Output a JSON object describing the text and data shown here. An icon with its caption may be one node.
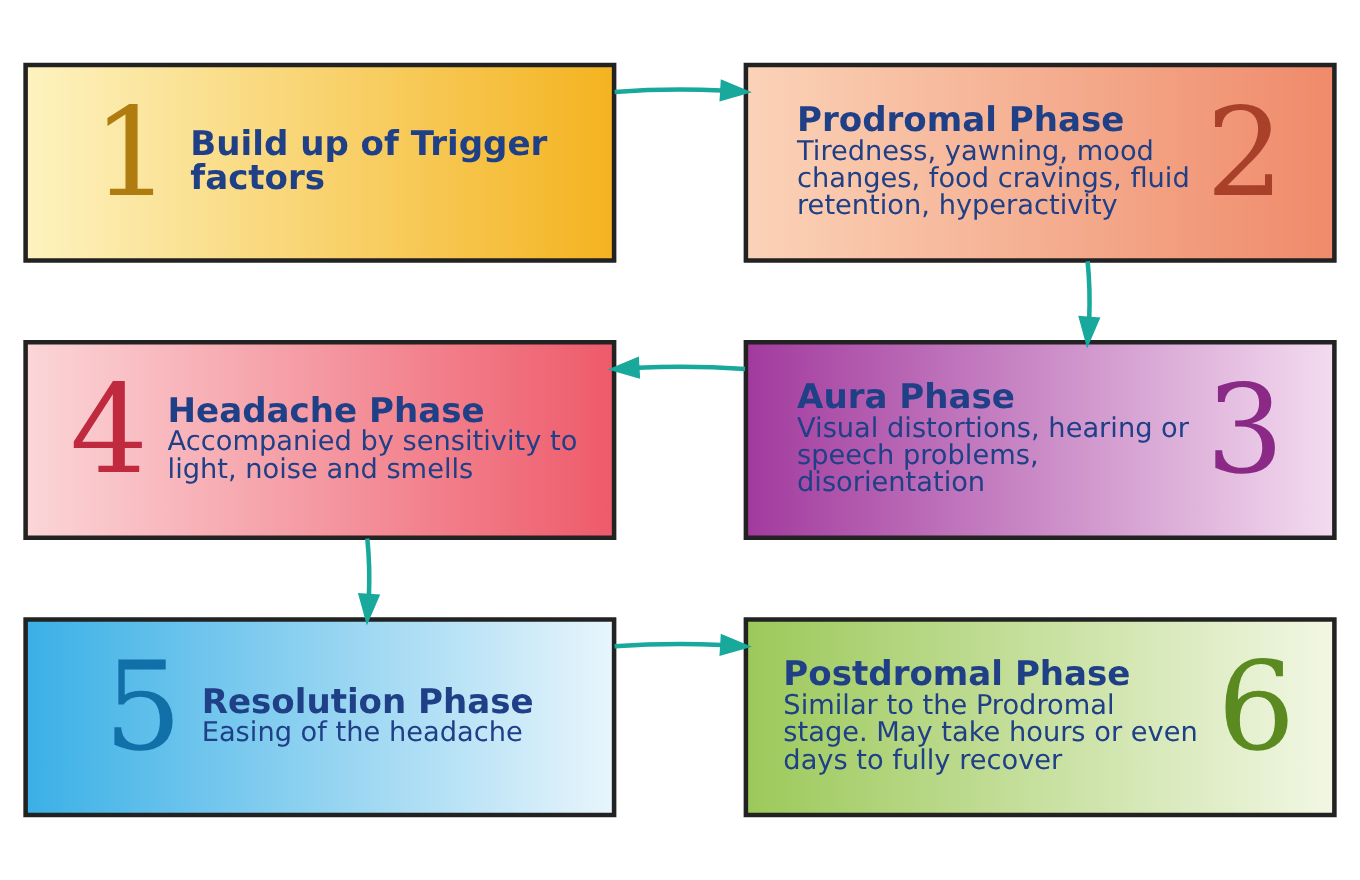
{
  "diagram": {
    "nodes": [
      {
        "text": [
          "1",
          "Build up of Trigger factors"
        ]
      },
      {
        "text": [
          "Prodromal Phase",
          "Tiredness, yawning, mood changes, food cravings, fluid retention, hyperactivity",
          "2"
        ]
      },
      {
        "text": [
          "4",
          "Headache Phase",
          "Accompanied by sensitivity to light, noise and smells"
        ]
      },
      {
        "text": [
          "Aura Phase",
          "Visual distortions, hearing or speech problems, disorientation",
          "3"
        ]
      },
      {
        "text": [
          "5",
          "Resolution Phase",
          "Easing of the headache"
        ]
      },
      {
        "text": [
          "Postdromal Phase",
          "Similar to the Prodromal stage. May take hours or even days to fully recover",
          "6"
        ]
      }
    ],
    "edges": [
      {
        "from": 0,
        "to": 1,
        "arrow": "to"
      },
      {
        "from": 1,
        "to": 3,
        "arrow": "to"
      },
      {
        "from": 3,
        "to": 2,
        "arrow": "to"
      },
      {
        "from": 2,
        "to": 4,
        "arrow": "to"
      },
      {
        "from": 4,
        "to": 5,
        "arrow": "to"
      }
    ]
  }
}
